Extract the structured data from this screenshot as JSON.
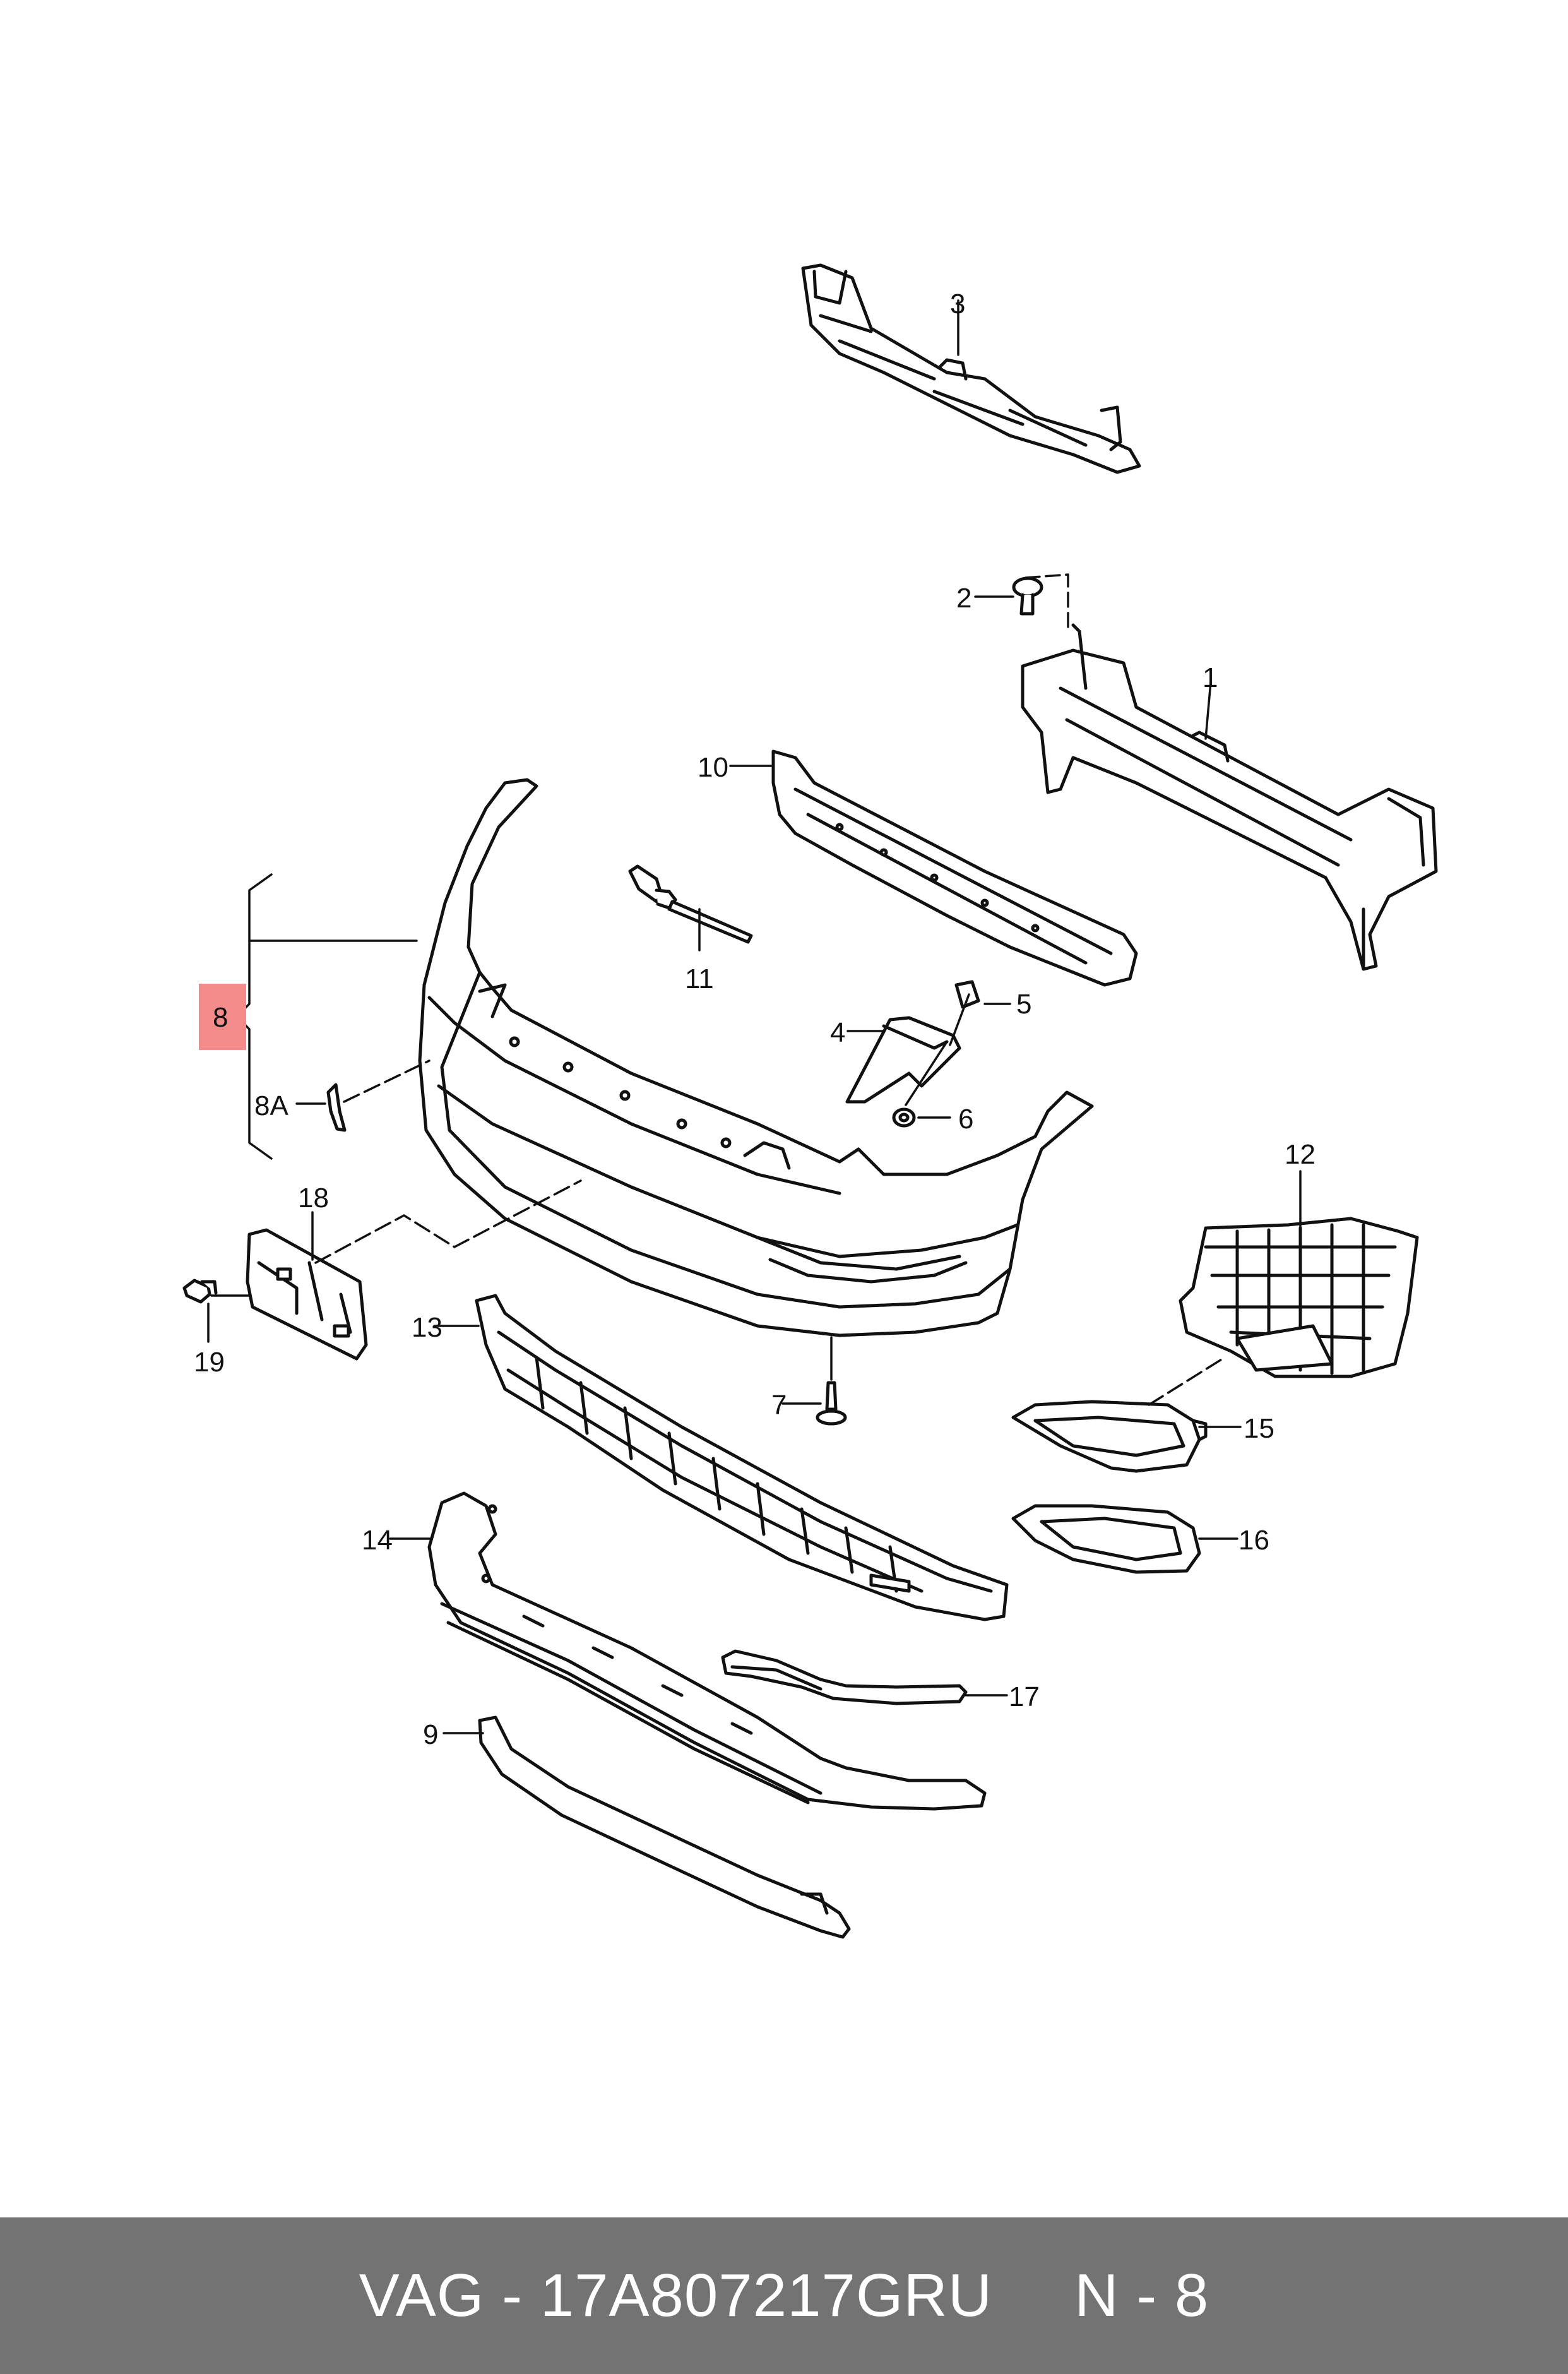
{
  "colors": {
    "footer_bg": "#737373",
    "highlight": "#f48b8b",
    "line": "#111111",
    "fill": "#ffffff"
  },
  "callouts": {
    "p1": "1",
    "p2": "2",
    "p3": "3",
    "p4": "4",
    "p5": "5",
    "p6": "6",
    "p7": "7",
    "p8": "8",
    "p8a": "8A",
    "p9": "9",
    "p10": "10",
    "p11": "11",
    "p12": "12",
    "p13": "13",
    "p14": "14",
    "p15": "15",
    "p16": "16",
    "p17": "17",
    "p18": "18",
    "p19": "19"
  },
  "footer": {
    "part_label": "VAG - 17A807217GRU",
    "index_label": "N - 8"
  }
}
